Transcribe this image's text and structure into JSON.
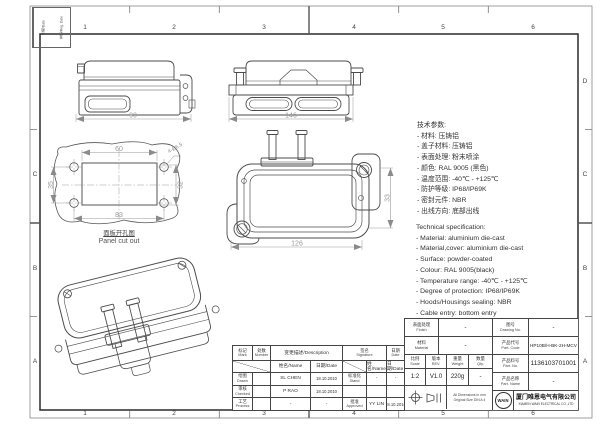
{
  "frame": {
    "cols": [
      "1",
      "2",
      "3",
      "4",
      "5",
      "6"
    ],
    "rows": [
      "D",
      "C",
      "B",
      "A"
    ],
    "corner": {
      "c1": "日期/Date",
      "c2": "登记/Reg. Date"
    }
  },
  "specs_cn": {
    "title": "技术参数:",
    "items": [
      "- 材料: 压铸铝",
      "- 盖子材料: 压铸铝",
      "- 表面处理: 粉末喷涂",
      "- 颜色: RAL 9005 (黑色)",
      "- 温度范围: -40℃ - +125℃",
      "- 防护等级: IP68/IP69K",
      "- 密封元件: NBR",
      "- 出线方向: 底部出线"
    ]
  },
  "specs_en": {
    "title": "Technical specification:",
    "items": [
      "- Material: aluminium die-cast",
      "- Material,cover: aluminium die-cast",
      "- Surface: powder-coated",
      "- Colour: RAL 9005(black)",
      "- Temperature range: -40℃ - +125℃",
      "- Degree of protection: IP68/IP69K",
      "- Hoods/Housings sealing: NBR",
      "- Cable entry: bottom entry"
    ]
  },
  "dims": {
    "side_width": "90",
    "front_width": "146",
    "top_width": "126",
    "top_height": "33",
    "cutout_top": "60",
    "cutout_bottom": "83",
    "cutout_left": "35",
    "cutout_right": "32",
    "cutout_holes": "4-Ø6.5"
  },
  "captions": {
    "panel_cutout_cn": "面板开孔图",
    "panel_cutout_en": "Panel cut out"
  },
  "rev_table": {
    "headers": {
      "mark_cn": "标记",
      "mark_en": "Mark",
      "number_cn": "处数",
      "number_en": "Number",
      "description": "变更描述/Description",
      "signature_cn": "签名",
      "signature_en": "Signature",
      "date_cn": "日期",
      "date_en": "Date",
      "name_sub": "姓名/Name",
      "date_sub": "日期/Date"
    },
    "rows": {
      "drawn": {
        "cn": "绘图",
        "en": "Drawn",
        "name": "SL CHEN",
        "date": "18.10.2010"
      },
      "checked": {
        "cn": "审核",
        "en": "Checked",
        "name": "P RAO",
        "date": "18.10.2010"
      },
      "process": {
        "cn": "工艺",
        "en": "Process",
        "name": "-",
        "date": "-"
      },
      "stand": {
        "cn": "标准化",
        "en": "Stand",
        "name": "-",
        "date": "-"
      },
      "approved": {
        "cn": "批准",
        "en": "Approved",
        "name": "YY LIN",
        "date": "18.10.2010"
      }
    }
  },
  "info": {
    "finish": {
      "cn": "表面处理",
      "en": "Finish",
      "value": "-"
    },
    "material": {
      "cn": "材料",
      "en": "Material",
      "value": "-"
    },
    "scale": {
      "cn": "比例",
      "en": "Scale",
      "value": "1:2"
    },
    "rev": {
      "cn": "版本",
      "en": "REV.",
      "value": "V1.0"
    },
    "weight": {
      "cn": "重量",
      "en": "Weight",
      "value": "220g"
    },
    "qty": {
      "cn": "数量",
      "en": "Qty.",
      "value": "-"
    },
    "note_line1": "All Dimensions in mm",
    "note_line2": "Original Size DIN A 4",
    "drawing_no": {
      "cn": "图号",
      "en": "Drawing No.",
      "value": "-"
    },
    "part_code": {
      "cn": "产品代号",
      "en": "Part. Code",
      "value": "HP10B/H-BK-2H-MCV"
    },
    "part_no": {
      "cn": "产品料号",
      "en": "Part. No.",
      "value": "1136103701001"
    },
    "part_name": {
      "cn": "产品名称",
      "en": "Part. Name",
      "value": "-"
    },
    "company": {
      "logo": "WAIN",
      "cn": "厦门唯恩电气有限公司",
      "en": "XIAMEN WAIN ELECTRICAL CO.,LTD"
    }
  },
  "colors": {
    "line": "#4b4b4b",
    "dim": "#9a9a9a",
    "border": "#2b2b2b"
  }
}
